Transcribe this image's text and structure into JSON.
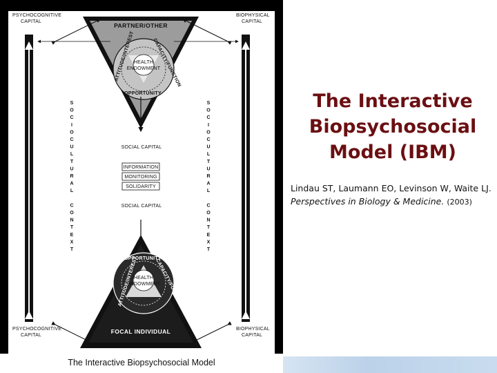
{
  "diagram": {
    "corner_labels": {
      "top_left": [
        "PSYCHOCOGNITIVE",
        "CAPITAL"
      ],
      "top_right": [
        "BIOPHYSICAL",
        "CAPITAL"
      ],
      "bottom_left": [
        "PSYCHOCOGNITIVE",
        "CAPITAL"
      ],
      "bottom_right": [
        "BIOPHYSICAL",
        "CAPITAL"
      ]
    },
    "side_text_left": [
      "S",
      "O",
      "C",
      "I",
      "O",
      "C",
      "U",
      "L",
      "T",
      "U",
      "R",
      "A",
      "L",
      "",
      "C",
      "O",
      "N",
      "T",
      "E",
      "X",
      "T"
    ],
    "side_text_right": [
      "S",
      "O",
      "C",
      "I",
      "O",
      "C",
      "U",
      "L",
      "T",
      "U",
      "R",
      "A",
      "L",
      "",
      "C",
      "O",
      "N",
      "T",
      "E",
      "X",
      "T"
    ],
    "top_triangle": {
      "heading": "PARTNER/OTHER",
      "ring_left": "ATTITUDE/INTEREST",
      "ring_right": "CAPACITY/FUNCTION",
      "ring_bottom": "OPPORTUNITY",
      "center": [
        "HEALTH",
        "ENDOWMENT"
      ]
    },
    "social_capital_top": "SOCIAL CAPITAL",
    "middle_boxes": [
      "INFORMATION",
      "MONITORING",
      "SOLIDARITY"
    ],
    "social_capital_bottom": "SOCIAL CAPITAL",
    "bottom_triangle": {
      "heading": "FOCAL INDIVIDUAL",
      "ring_top": "OPPORTUNITY",
      "ring_left": "ATTITUDE/INTEREST",
      "ring_right": "CAPACITY/FUNCTION",
      "center": [
        "HEALTH",
        "ENDOWMENT"
      ]
    },
    "caption": "The Interactive Biopsychosocial Model"
  },
  "slide": {
    "title": "The Interactive\nBiopsychosocial\nModel (IBM)",
    "citation_authors": "Lindau ST,  Laumann EO,  Levinson W, Waite LJ.",
    "citation_journal": "Perspectives in Biology & Medicine.",
    "citation_year": "(2003)"
  },
  "colors": {
    "title": "#6b0f12",
    "top_triangle_fill": "#9c9c9c",
    "bottom_triangle_fill": "#1c1c1c",
    "bottom_bar": "#c9dcef"
  }
}
